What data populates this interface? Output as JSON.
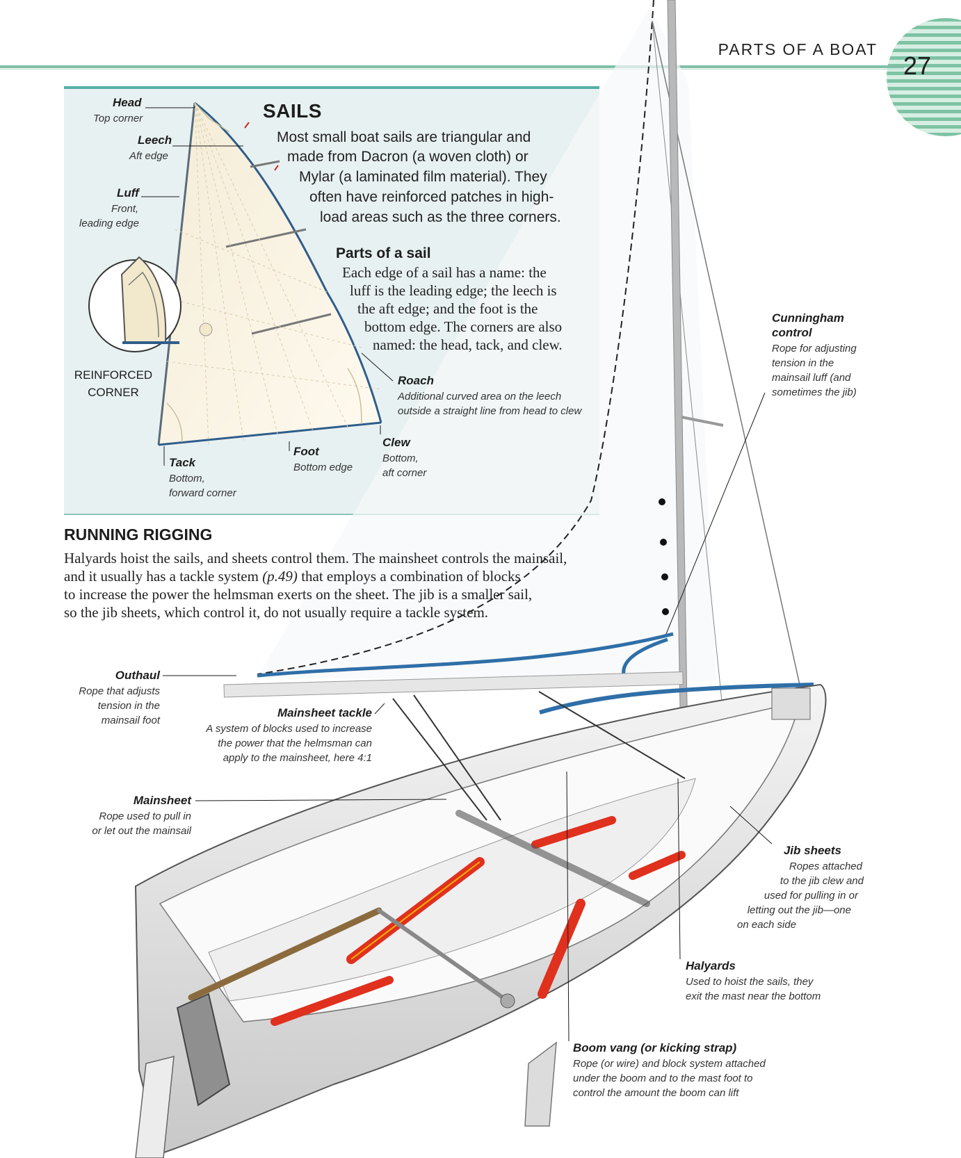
{
  "header": {
    "running_head": "PARTS OF A BOAT",
    "page_number": "27"
  },
  "sails": {
    "title": "SAILS",
    "intro_lines": [
      "Most small boat sails are triangular and",
      "made from Dacron (a woven cloth) or",
      "Mylar (a laminated film material). They",
      "often have reinforced patches in high-",
      "load areas such as the three corners."
    ],
    "parts_heading": "Parts of a sail",
    "parts_lines": [
      "Each edge of a sail has a name: the",
      "luff is the leading edge; the leech is",
      "the aft edge; and the foot is the",
      "bottom edge. The corners are also",
      "named: the head, tack, and clew."
    ],
    "labels": {
      "head": {
        "name": "Head",
        "desc": [
          "Top corner"
        ]
      },
      "leech": {
        "name": "Leech",
        "desc": [
          "Aft edge"
        ]
      },
      "luff": {
        "name": "Luff",
        "desc": [
          "Front,",
          "leading edge"
        ]
      },
      "reinforced": [
        "REINFORCED",
        "CORNER"
      ],
      "roach": {
        "name": "Roach",
        "desc": [
          "Additional curved area on the leech",
          "outside a straight line from head to clew"
        ]
      },
      "clew": {
        "name": "Clew",
        "desc": [
          "Bottom,",
          "aft corner"
        ]
      },
      "foot": {
        "name": "Foot",
        "desc": [
          "Bottom edge"
        ]
      },
      "tack": {
        "name": "Tack",
        "desc": [
          "Bottom,",
          "forward corner"
        ]
      }
    }
  },
  "running_rigging": {
    "title": "RUNNING RIGGING",
    "body_lines": [
      "Halyards hoist the sails, and sheets control them. The mainsheet controls the mainsail,",
      "and it usually has a tackle system ",
      "(p.49)",
      " that employs a combination of blocks",
      "to increase the power the helmsman exerts on the sheet. The jib is a smaller sail,",
      "so the jib sheets, which control it, do not usually require a tackle system."
    ]
  },
  "boat_labels": {
    "cunningham": {
      "name": [
        "Cunningham",
        "control"
      ],
      "desc": [
        "Rope for adjusting",
        "tension in the",
        "mainsail luff (and",
        "sometimes the jib)"
      ]
    },
    "outhaul": {
      "name": "Outhaul",
      "desc": [
        "Rope that adjusts",
        "tension in the",
        "mainsail foot"
      ]
    },
    "mainsheet_tackle": {
      "name": "Mainsheet tackle",
      "desc": [
        "A system of blocks used to increase",
        "the power that the helmsman can",
        "apply to the mainsheet, here 4:1"
      ]
    },
    "mainsheet": {
      "name": "Mainsheet",
      "desc": [
        "Rope used to pull in",
        "or let out the mainsail"
      ]
    },
    "jib_sheets": {
      "name": "Jib sheets",
      "desc": [
        "Ropes attached",
        "to the jib clew and",
        "used for pulling in or",
        "letting out the jib—one",
        "on each side"
      ]
    },
    "halyards": {
      "name": "Halyards",
      "desc": [
        "Used to hoist the sails, they",
        "exit the mast near the bottom"
      ]
    },
    "boom_vang": {
      "name": "Boom vang (or kicking strap)",
      "desc": [
        "Rope (or wire) and block system attached",
        "under the boom and to the mast foot to",
        "control the amount the boom can lift"
      ]
    }
  },
  "colors": {
    "accent_teal": "#55b0a5",
    "header_green": "#7dc3a4",
    "sail_blue": "#2f6fa8",
    "toe_strap_red": "#e0301e"
  }
}
